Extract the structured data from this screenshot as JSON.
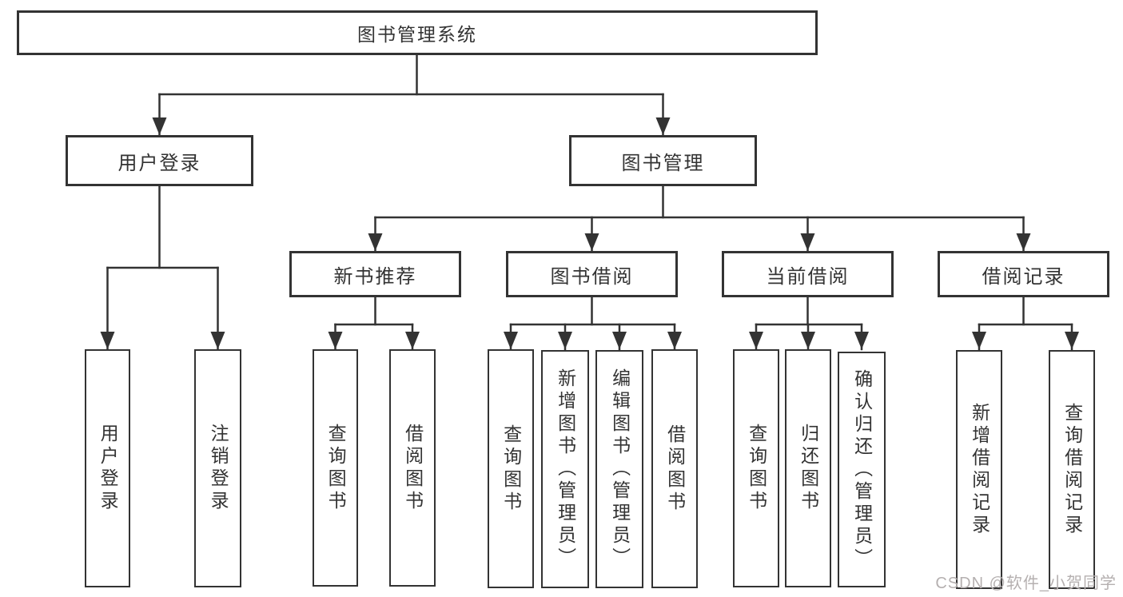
{
  "diagram": {
    "nodes": {
      "root": "图书管理系统",
      "user_login": "用户登录",
      "book_management": "图书管理",
      "new_book_recommendation": "新书推荐",
      "book_borrowing": "图书借阅",
      "current_borrowing": "当前借阅",
      "borrowing_records": "借阅记录",
      "leaves": {
        "user_login_action": "用户登录",
        "logout_action": "注销登录",
        "nb_query_books": "查询图书",
        "nb_borrow_books": "借阅图书",
        "bb_query_books": "查询图书",
        "bb_add_book_admin": "新增图书（管理员）",
        "bb_edit_book_admin": "编辑图书（管理员）",
        "bb_borrow_books": "借阅图书",
        "cb_query_books": "查询图书",
        "cb_return_books": "归还图书",
        "cb_confirm_return_admin": "确认归还（管理员）",
        "br_add_record": "新增借阅记录",
        "br_query_record": "查询借阅记录"
      }
    },
    "colors": {
      "line": "#333333",
      "text": "#333333",
      "watermark": "#b5b0b0"
    }
  },
  "watermark": "CSDN @软件_小贺同学"
}
